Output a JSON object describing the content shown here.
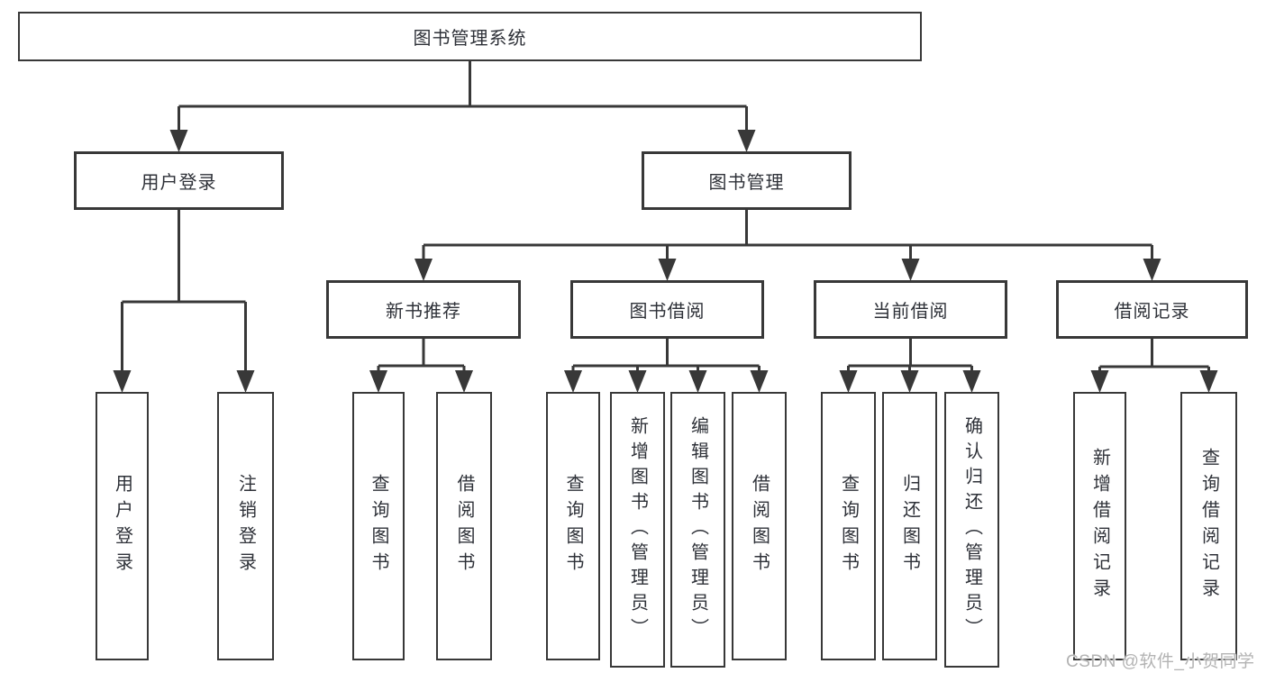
{
  "diagram": {
    "type": "hierarchy-tree",
    "title": "图书管理系统",
    "nodes": {
      "root": "图书管理系统",
      "level2": {
        "user_login": "用户登录",
        "book_management": "图书管理"
      },
      "level3": {
        "new_book_recommend": "新书推荐",
        "book_borrow": "图书借阅",
        "current_borrow": "当前借阅",
        "borrow_records": "借阅记录"
      },
      "leaves": [
        "用户登录",
        "注销登录",
        "查询图书",
        "借阅图书",
        "查询图书",
        "新增图书（管理员）",
        "编辑图书（管理员）",
        "借阅图书",
        "查询图书",
        "归还图书",
        "确认归还（管理员）",
        "新增借阅记录",
        "查询借阅记录"
      ]
    },
    "hierarchy": {
      "图书管理系统": [
        "用户登录",
        "图书管理"
      ],
      "用户登录": [
        "用户登录",
        "注销登录"
      ],
      "图书管理": [
        "新书推荐",
        "图书借阅",
        "当前借阅",
        "借阅记录"
      ],
      "新书推荐": [
        "查询图书",
        "借阅图书"
      ],
      "图书借阅": [
        "查询图书",
        "新增图书（管理员）",
        "编辑图书（管理员）",
        "借阅图书"
      ],
      "当前借阅": [
        "查询图书",
        "归还图书",
        "确认归还（管理员）"
      ],
      "借阅记录": [
        "新增借阅记录",
        "查询借阅记录"
      ]
    },
    "colors": {
      "line": "#383838",
      "box_border": "#383838",
      "text": "#2e3138",
      "background": "#ffffff",
      "watermark_text": "#b3b3b3"
    }
  },
  "watermark": "CSDN @软件_小贺同学"
}
